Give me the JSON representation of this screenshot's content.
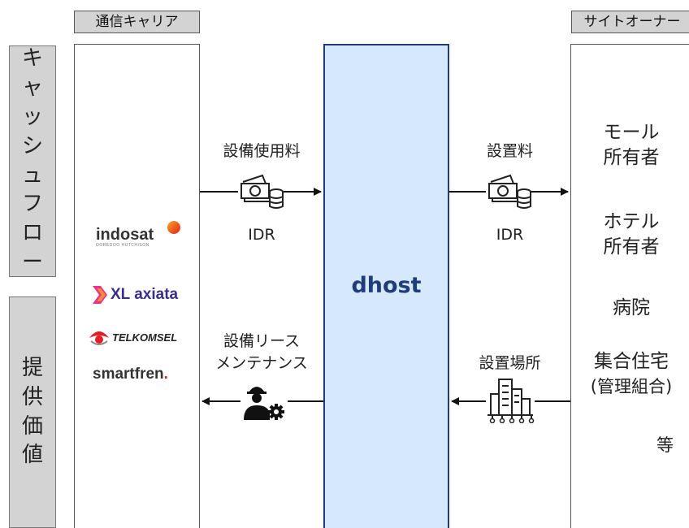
{
  "headers": {
    "carrier": "通信キャリア",
    "site_owner": "サイトオーナー"
  },
  "side_labels": {
    "cash_flow": [
      "キ",
      "ャ",
      "ッ",
      "シ",
      "ュ",
      "フ",
      "ロ",
      "ー"
    ],
    "value_offered": [
      "提",
      "供",
      "価",
      "値"
    ]
  },
  "center": {
    "title": "dhost"
  },
  "flows": {
    "equipment_fee": {
      "label": "設備使用料",
      "currency": "IDR",
      "icon": "money-icon"
    },
    "install_fee": {
      "label": "設置料",
      "currency": "IDR",
      "icon": "money-icon"
    },
    "lease_maint": {
      "label_line1": "設備リース",
      "label_line2": "メンテナンス",
      "icon": "worker-gear-icon"
    },
    "install_site": {
      "label": "設置場所",
      "icon": "buildings-icon"
    }
  },
  "carriers": {
    "indosat": {
      "name": "indosat",
      "sub": "OOREDOO HUTCHISON",
      "color": "#e2231a"
    },
    "xl": {
      "name": "XL axiata",
      "color": "#3a2e8a"
    },
    "telkomsel": {
      "name": "TELKOMSEL",
      "color": "#e11d26"
    },
    "smartfren": {
      "name": "smartfren",
      "dot": ".",
      "color": "#e2231a"
    }
  },
  "owners": {
    "mall_1": "モール",
    "mall_2": "所有者",
    "hotel_1": "ホテル",
    "hotel_2": "所有者",
    "hospital": "病院",
    "housing_1": "集合住宅",
    "housing_2": "(管理組合)",
    "etc": "等"
  },
  "colors": {
    "center_fill": "#d6e8fb",
    "center_border": "#1f3d78",
    "tag_fill": "#d3d3d3"
  }
}
